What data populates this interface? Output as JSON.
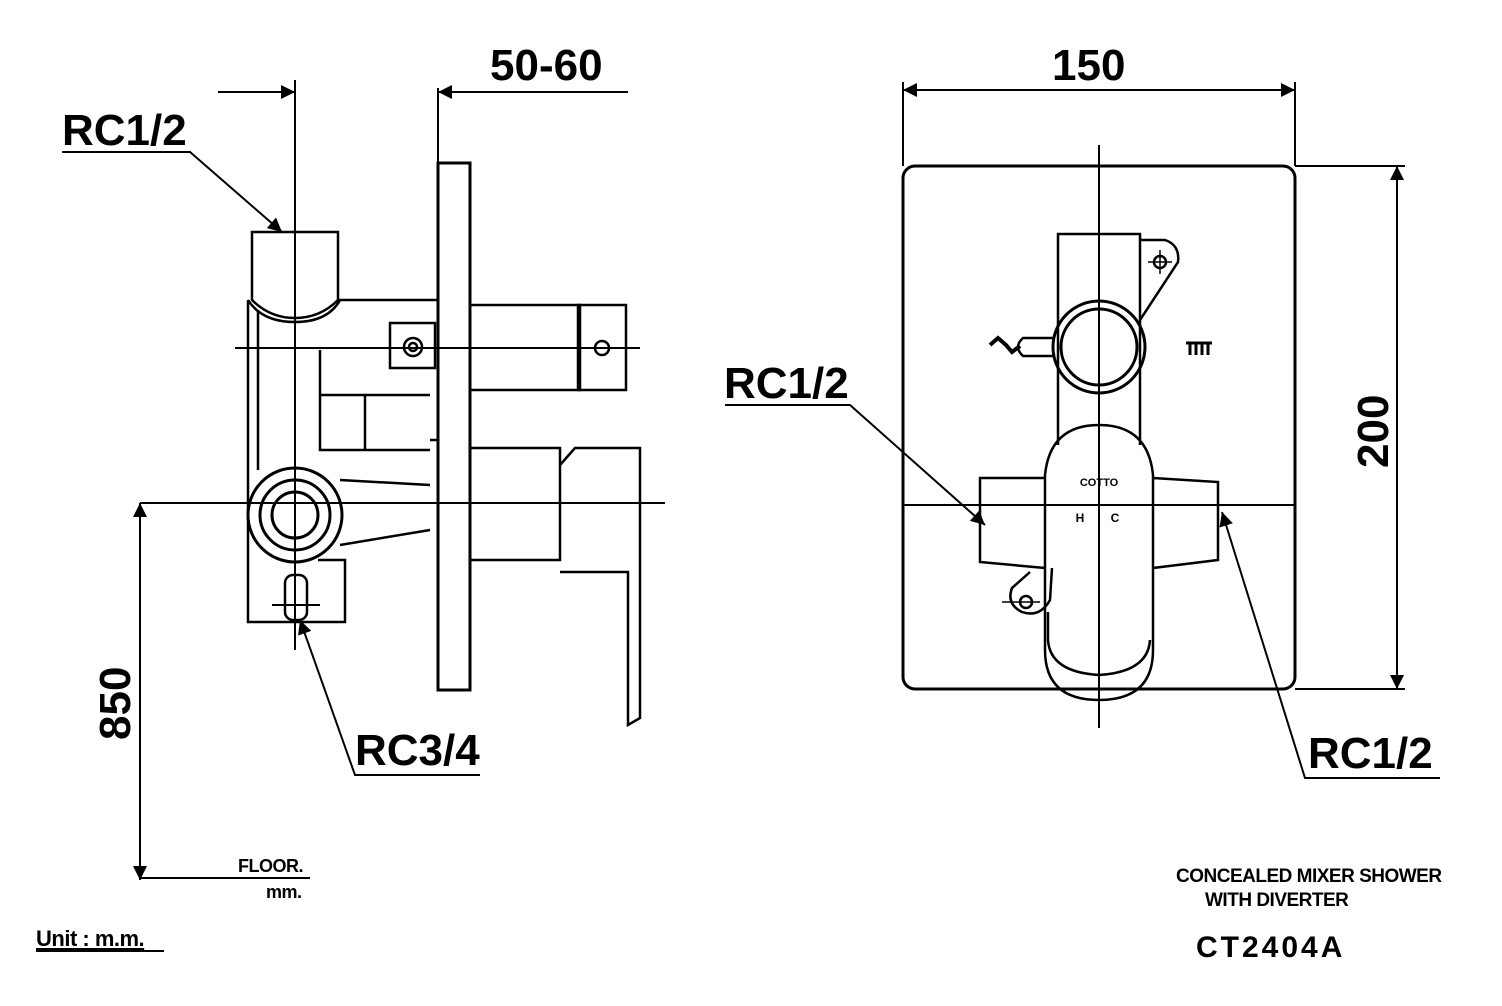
{
  "side_view": {
    "depth_dim": "50-60",
    "top_inlet": "RC1/2",
    "bottom_outlet": "RC3/4",
    "height_dim": "850",
    "floor_label": "FLOOR.",
    "floor_unit": "mm."
  },
  "front_view": {
    "width_dim": "150",
    "height_dim": "200",
    "left_inlet": "RC1/2",
    "right_inlet": "RC1/2",
    "handle_brand": "COTTO",
    "hot_mark": "H",
    "cold_mark": "C"
  },
  "footer": {
    "unit_note": "Unit : m.m.",
    "product_line1": "CONCEALED MIXER SHOWER",
    "product_line2": "WITH DIVERTER",
    "model": "CT2404A"
  },
  "colors": {
    "ink": "#000000",
    "paper": "#ffffff"
  }
}
